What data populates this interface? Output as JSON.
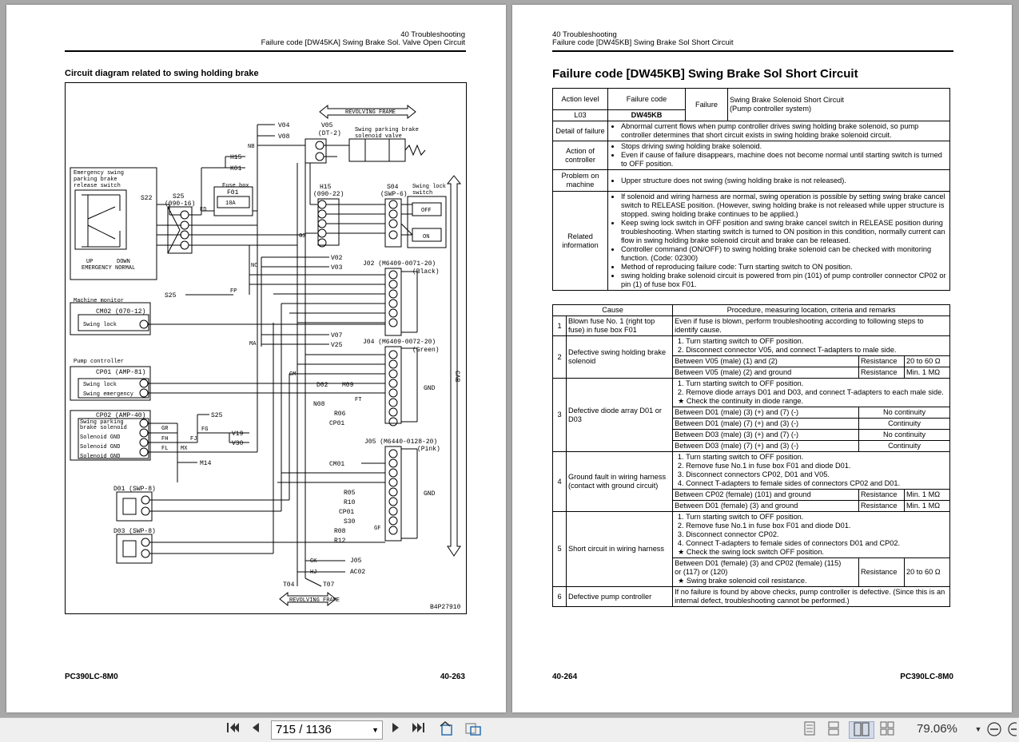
{
  "left": {
    "header_line1": "40 Troubleshooting",
    "header_line2": "Failure code [DW45KA] Swing Brake Sol. Valve Open Circuit",
    "section_title": "Circuit diagram related to swing holding brake",
    "footer_model": "PC390LC-8M0",
    "footer_page": "40-263",
    "diagram": {
      "revolving_frame": "REVOLVING FRAME",
      "v05": "V05",
      "v05_type": "(DT-2)",
      "valve_label1": "Swing parking brake",
      "valve_label2": "solenoid valve",
      "v04": "V04",
      "v08": "V08",
      "nb": "NB",
      "h15a": "H15",
      "k01": "K01",
      "emerg1": "Emergency swing",
      "emerg2": "parking brake",
      "emerg3": "release switch",
      "s22": "S22",
      "s25": "S25",
      "s25_type": "(090-16)",
      "fuse_box": "Fuse box",
      "f01": "F01",
      "fuse_rating": "10A",
      "fd": "FD",
      "h15b": "H15",
      "h15_type": "(090-22)",
      "s04": "S04",
      "s04_type": "(SWP-6)",
      "swing_lock_sw1": "Swing lock",
      "swing_lock_sw2": "switch",
      "off": "OFF",
      "on": "ON",
      "gs": "GS",
      "up": "UP",
      "down": "DOWN",
      "emergency": "EMERGENCY",
      "normal": "NORMAL",
      "nc": "NC",
      "v02": "V02",
      "v03": "V03",
      "j02": "J02 (M6409-0071-20)",
      "black": "(Black)",
      "s25b": "S25",
      "fp": "FP",
      "machine_monitor": "Machine monitor",
      "cm02": "CM02 (070-12)",
      "swing_lock": "Swing lock",
      "v07": "V07",
      "v25": "V25",
      "ma": "MA",
      "j04": "J04 (M6409-0072-20)",
      "green": "(Green)",
      "pump_controller": "Pump controller",
      "cp01": "CP01 (AMP-81)",
      "swing_lock2": "Swing lock",
      "swing_emergency": "Swing emergency",
      "gm": "GM",
      "gnd": "GND",
      "d02m09": "D02",
      "m09": "M09",
      "n08": "N08",
      "ft": "FT",
      "r06": "R06",
      "cp01b": "CP01",
      "cp02": "CP02 (AMP-40)",
      "cp02_r1a": "Swing parking",
      "cp02_r1b": "brake solenoid",
      "cp02_r2": "Solenoid GND",
      "cp02_r3": "Solenoid GND",
      "cp02_r4": "Solenoid GND",
      "gr": "GR",
      "fh": "FH",
      "fl": "FL",
      "fj": "FJ",
      "fg": "FG",
      "mx": "MX",
      "s25c": "S25",
      "v19": "V19",
      "v30": "V30",
      "m14": "M14",
      "j05": "J05 (M6440-0128-20)",
      "pink": "(Pink)",
      "cm01": "CM01",
      "d01": "D01 (SWP-8)",
      "d03": "D03 (SWP-8)",
      "r05": "R05",
      "r10": "R10",
      "cp01c": "CP01",
      "s30": "S30",
      "r08": "R08",
      "r12": "R12",
      "gf": "GF",
      "gk": "GK",
      "hj": "HJ",
      "j05b": "J05",
      "ac02": "AC02",
      "t04": "T04",
      "t07": "T07",
      "cab": "CAB",
      "fig_no": "B4P27910"
    }
  },
  "right": {
    "header_line1": "40 Troubleshooting",
    "header_line2": "Failure code [DW45KB] Swing Brake Sol Short Circuit",
    "title": "Failure code [DW45KB] Swing Brake Sol Short Circuit",
    "footer_page": "40-264",
    "footer_model": "PC390LC-8M0",
    "info": {
      "action_level_label": "Action level",
      "action_level": "L03",
      "failure_code_label": "Failure code",
      "failure_code": "DW45KB",
      "failure_label": "Failure",
      "failure_text1": "Swing Brake Solenoid Short Circuit",
      "failure_text2": "(Pump controller system)",
      "detail_label": "Detail of failure",
      "detail": [
        "Abnormal current flows when pump controller drives swing holding brake solenoid, so pump controller determines that short circuit exists in swing holding brake solenoid circuit."
      ],
      "action_label": "Action of controller",
      "action": [
        "Stops driving swing holding brake solenoid.",
        "Even if cause of failure disappears, machine does not become normal until starting switch is turned to OFF position."
      ],
      "problem_label": "Problem on machine",
      "problem": [
        "Upper structure does not swing (swing holding brake is not released)."
      ],
      "related_label": "Related information",
      "related": [
        "If solenoid and wiring harness are normal, swing operation is possible by setting swing brake cancel switch to RELEASE position. (However, swing holding brake is not released while upper structure is stopped. swing holding brake continues to be applied.)",
        "Keep swing lock switch in OFF position and swing brake cancel switch in RELEASE position during troubleshooting. When starting switch is turned to ON position in this condition, normally current can flow in swing holding brake solenoid circuit and brake can be released.",
        "Controller command (ON/OFF) to swing holding brake solenoid can be checked with monitoring function. (Code: 02300)",
        "Method of reproducing failure code: Turn starting switch to ON position.",
        "swing holding brake solenoid circuit is powered from pin (101) of pump controller connector CP02 or pin (1) of fuse box F01."
      ]
    },
    "cause_table": {
      "cause_header": "Cause",
      "proc_header": "Procedure, measuring location, criteria and remarks",
      "r1": {
        "no": "1",
        "cause": "Blown fuse No. 1 (right top fuse) in fuse box F01",
        "proc": "Even if fuse is blown, perform troubleshooting according to following steps to identify cause."
      },
      "r2": {
        "no": "2",
        "cause": "Defective swing holding brake solenoid",
        "steps": [
          "Turn starting switch to OFF position.",
          "Disconnect connector V05, and connect T-adapters to male side."
        ],
        "m1": "Between V05 (male) (1) and (2)",
        "m1_k": "Resistance",
        "m1_v": "20 to 60 Ω",
        "m2": "Between V05 (male) (2) and ground",
        "m2_k": "Resistance",
        "m2_v": "Min. 1 MΩ"
      },
      "r3": {
        "no": "3",
        "cause": "Defective diode array D01 or D03",
        "steps": [
          "Turn starting switch to OFF position.",
          "Remove diode arrays D01 and D03, and connect T-adapters to each male side."
        ],
        "star": "★  Check the continuity in diode range.",
        "m1": "Between D01 (male) (3) (+) and (7) (-)",
        "m1_v": "No continuity",
        "m2": "Between D01 (male) (7) (+) and (3) (-)",
        "m2_v": "Continuity",
        "m3": "Between D03 (male) (3) (+) and (7) (-)",
        "m3_v": "No continuity",
        "m4": "Between D03 (male) (7) (+) and (3) (-)",
        "m4_v": "Continuity"
      },
      "r4": {
        "no": "4",
        "cause": "Ground fault in wiring harness (contact with ground circuit)",
        "steps": [
          "Turn starting switch to OFF position.",
          "Remove fuse No.1 in fuse box F01 and diode D01.",
          "Disconnect connectors CP02, D01 and V05.",
          "Connect T-adapters to female sides of connectors CP02 and D01."
        ],
        "m1": "Between CP02 (female) (101) and ground",
        "m1_k": "Resistance",
        "m1_v": "Min. 1 MΩ",
        "m2": "Between D01 (female) (3) and ground",
        "m2_k": "Resistance",
        "m2_v": "Min. 1 MΩ"
      },
      "r5": {
        "no": "5",
        "cause": "Short circuit in wiring harness",
        "steps": [
          "Turn starting switch to OFF position.",
          "Remove fuse No.1 in fuse box F01 and diode D01.",
          "Disconnect connector CP02.",
          "Connect T-adapters to female sides of connectors D01 and CP02."
        ],
        "star": "★  Check the swing lock switch OFF position.",
        "m1a": "Between D01 (female) (3) and CP02 (female) (115)",
        "m1b": "or (117) or (120)",
        "m1_star": "★  Swing brake solenoid coil resistance.",
        "m1_k": "Resistance",
        "m1_v": "20 to 60 Ω"
      },
      "r6": {
        "no": "6",
        "cause": "Defective pump controller",
        "proc": "If no failure is found by above checks, pump controller is defective. (Since this is an internal defect, troubleshooting cannot be performed.)"
      }
    }
  },
  "toolbar": {
    "page_input": "715 / 1136",
    "zoom": "79.06%"
  }
}
